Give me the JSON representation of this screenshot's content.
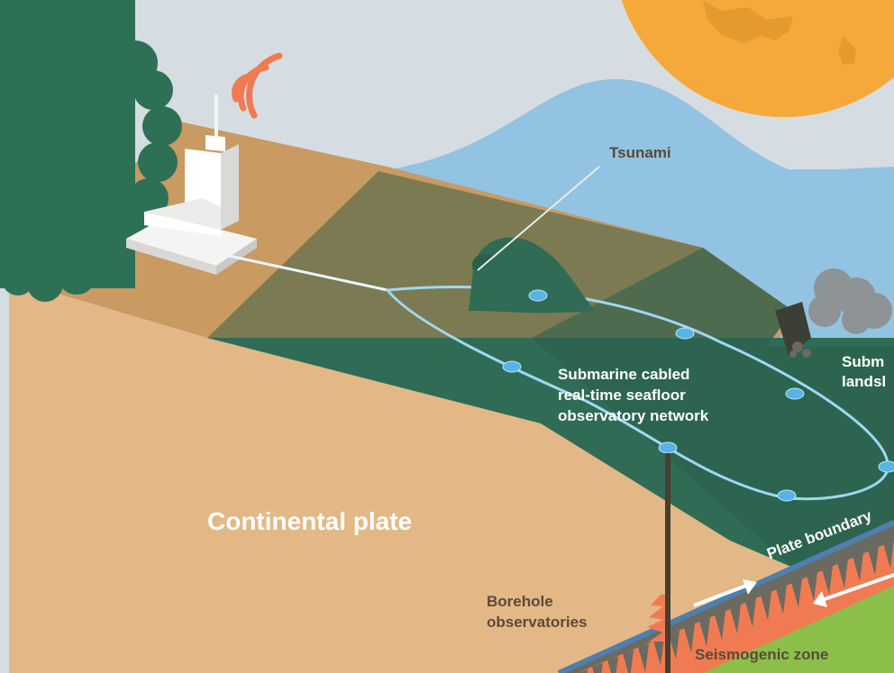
{
  "labels": {
    "tsunami": "Tsunami",
    "network_line1": "Submarine cabled",
    "network_line2": "real-time seafloor",
    "network_line3": "observatory network",
    "landslide_line1": "Subm",
    "landslide_line2": "landsl",
    "continental_plate": "Continental plate",
    "plate_boundary": "Plate boundary",
    "borehole_line1": "Borehole",
    "borehole_line2": "observatories",
    "seismogenic_zone": "Seismogenic zone"
  },
  "colors": {
    "sky": "#d5dde2",
    "sun": "#f5a93a",
    "sea": "#93c3e2",
    "land": "#e3b886",
    "shelf": "#c99a62",
    "seafloor_dark": "#2f6b55",
    "tree": "#2e7055",
    "cable": "#9fd8f2",
    "node": "#58b4e6",
    "signal": "#f07b52",
    "burst": "#f07b52"
  },
  "icons": {
    "signal": "radio-signal-icon",
    "burst": "seismic-burst-icon",
    "arrow_right": "arrow-right-icon",
    "arrow_left": "arrow-left-icon"
  }
}
